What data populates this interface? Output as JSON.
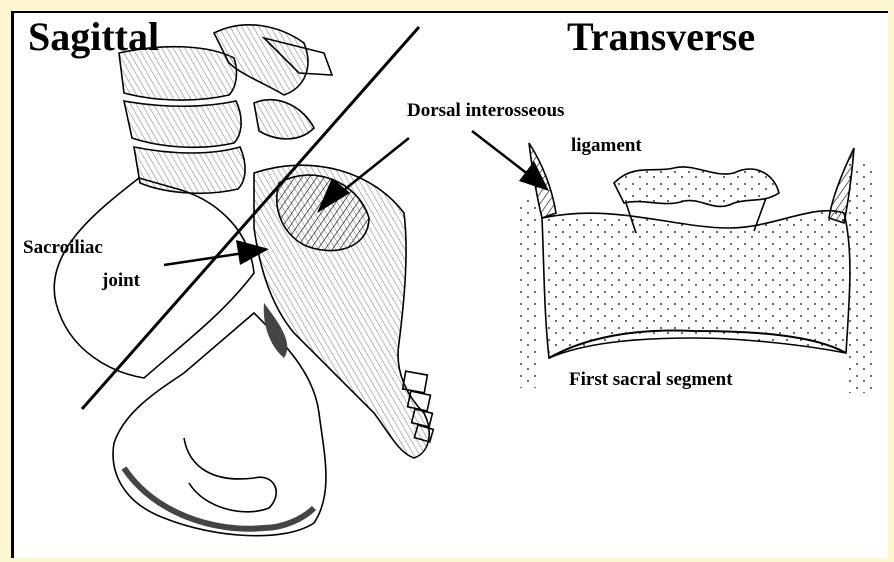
{
  "titles": {
    "left": "Sagittal",
    "right": "Transverse"
  },
  "labels": {
    "dorsal_line1": "Dorsal interosseous",
    "dorsal_line2": "ligament",
    "sacroiliac_line1": "Sacroiliac",
    "sacroiliac_line2": "joint",
    "first_sacral": "First sacral segment"
  },
  "colors": {
    "page_background": "#fdf7d2",
    "figure_background": "#ffffff",
    "ink": "#000000"
  }
}
